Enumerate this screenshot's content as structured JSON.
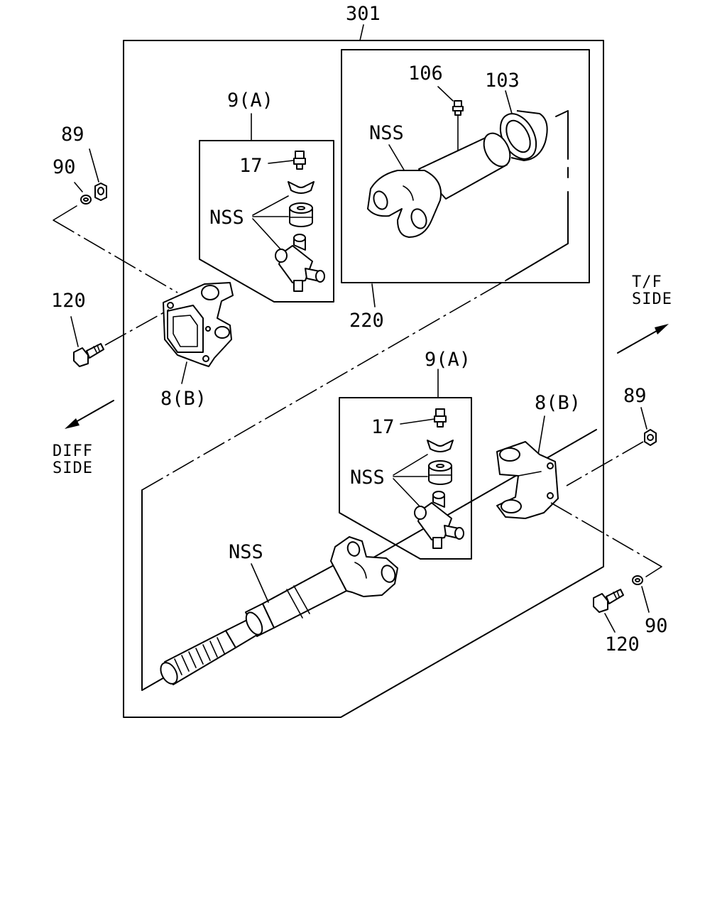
{
  "diagram": {
    "assembly_label": "301",
    "sub_assembly_label": "220",
    "labels": {
      "grease_fitting_upper": "106",
      "seal_upper": "103",
      "nss_yoke": "NSS",
      "nss_shaft": "NSS",
      "nss_kit_upper": "NSS",
      "nss_kit_lower": "NSS",
      "ujoint_kit_upper": "9(A)",
      "ujoint_kit_lower": "9(A)",
      "fitting_upper": "17",
      "fitting_lower": "17",
      "flange_yoke_left": "8(B)",
      "flange_yoke_right": "8(B)",
      "nut_left": "89",
      "washer_left": "90",
      "bolt_left": "120",
      "nut_right": "89",
      "washer_right": "90",
      "bolt_right": "120"
    },
    "direction_tf": [
      "T/F",
      "SIDE"
    ],
    "direction_diff": [
      "DIFF",
      "SIDE"
    ]
  }
}
